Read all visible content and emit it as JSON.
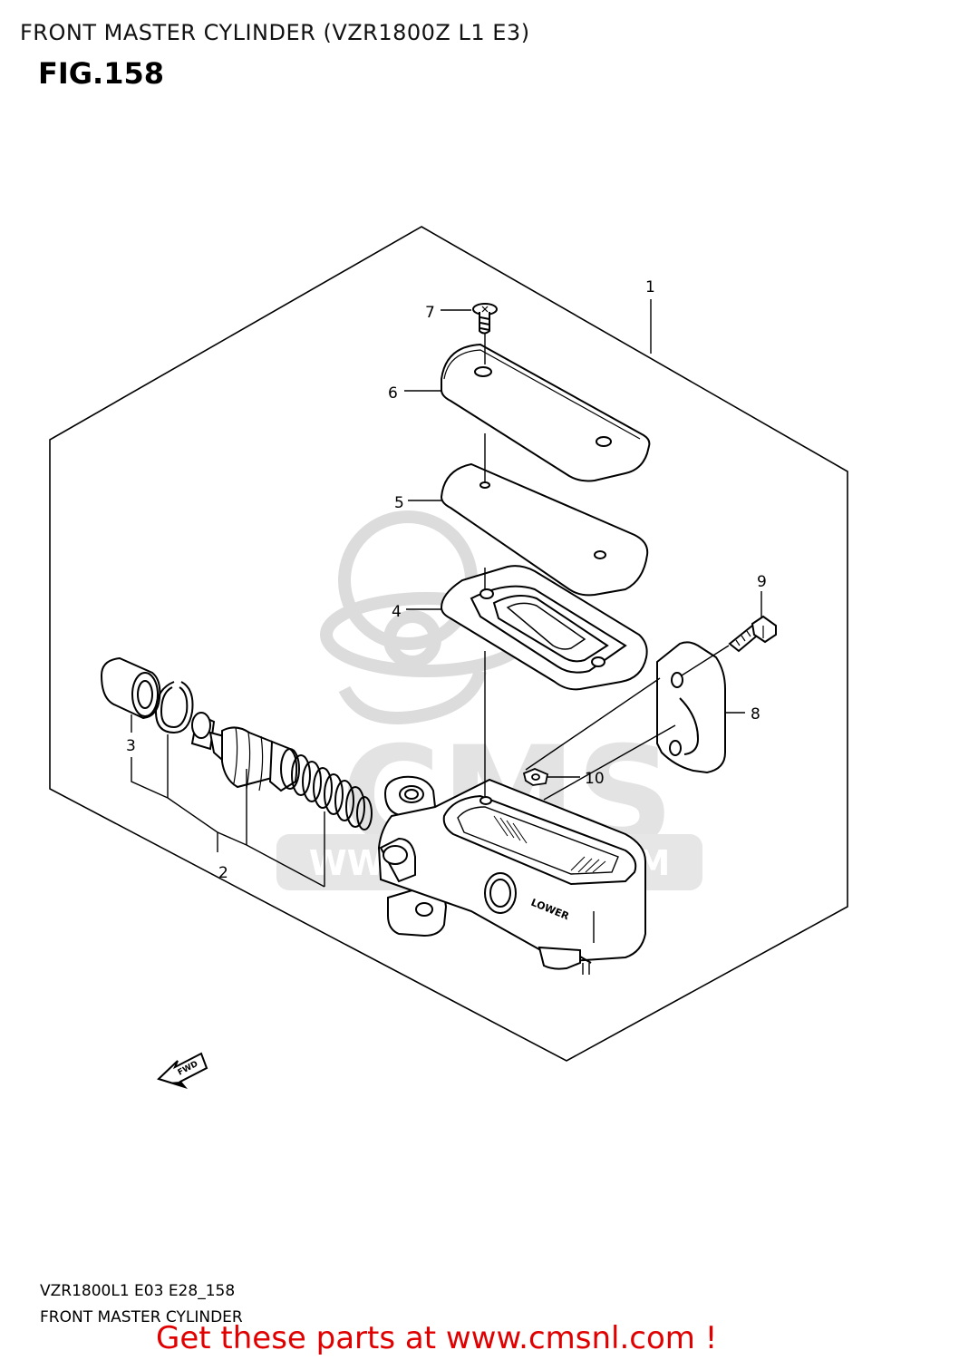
{
  "header": {
    "title": "FRONT MASTER CYLINDER (VZR1800Z L1 E3)",
    "fig_number": "FIG.158"
  },
  "callouts": {
    "c1": "1",
    "c2": "2",
    "c3": "3",
    "c4": "4",
    "c5": "5",
    "c6": "6",
    "c7": "7",
    "c8": "8",
    "c9": "9",
    "c10": "10"
  },
  "markings": {
    "lower": "LOWER",
    "fwd": "FWD"
  },
  "watermark": {
    "logo": "CMS",
    "url": "WWW.CMSNL.COM"
  },
  "footer": {
    "code": "VZR1800L1 E03 E28_158",
    "name": "FRONT MASTER CYLINDER"
  },
  "promo": {
    "text": "Get these parts at www.cmsnl.com !"
  },
  "colors": {
    "line": "#000000",
    "promo": "#e00000",
    "watermark": "#d9d9d9"
  }
}
